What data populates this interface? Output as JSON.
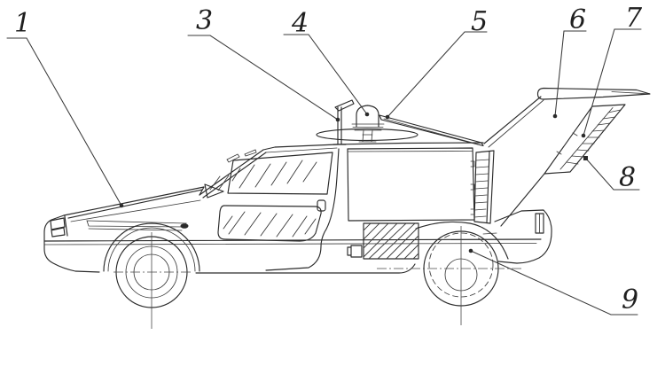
{
  "canvas": {
    "background": "#ffffff",
    "line_color": "#2b2b2b"
  },
  "callouts": [
    {
      "text": "1"
    },
    {
      "text": "3"
    },
    {
      "text": "4"
    },
    {
      "text": "5"
    },
    {
      "text": "6"
    },
    {
      "text": "7"
    },
    {
      "text": "8"
    },
    {
      "text": "9"
    }
  ]
}
